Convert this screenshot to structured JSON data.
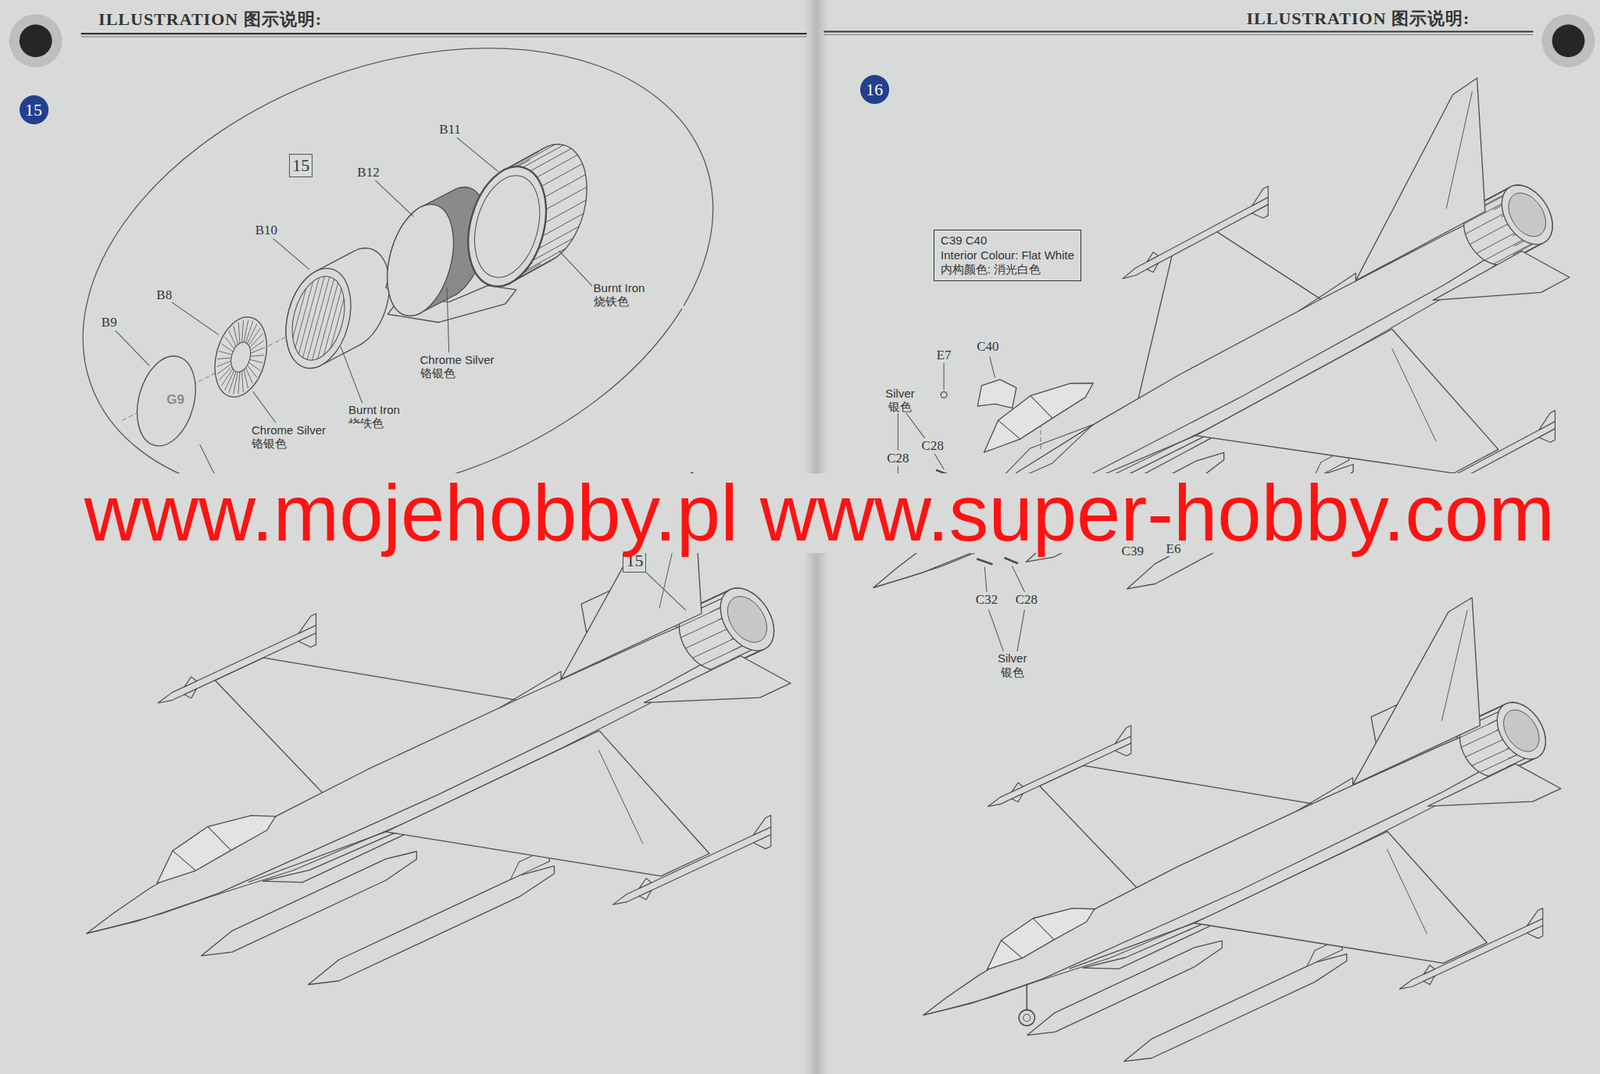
{
  "diagram": {
    "nodes": [
      {
        "text": [
          "15"
        ]
      },
      {
        "text": [
          "15"
        ]
      },
      {
        "text": [
          "15"
        ]
      },
      {
        "text": [
          "16"
        ]
      },
      {
        "text": [
          "C39 C40",
          "Interior Colour: Flat White",
          "内构颜色: 消光白色"
        ]
      }
    ],
    "labels": [
      "ILLUSTRATION 图示说明:",
      "ILLUSTRATION 图示说明:",
      "B11",
      "B12",
      "B10",
      "B8",
      "B9",
      "G9",
      "Burnt Iron 烧铁色",
      "Chrome Silver 铬银色",
      "Burnt Iron 烧铁色",
      "Chrome Silver 铬银色",
      "Burnt Iron 烧铁色",
      "www.mojehobby.pl www.super-hobby.com",
      "E7",
      "C40",
      "Silver 银色",
      "C28",
      "C28",
      "C39",
      "E6",
      "C32",
      "C28",
      "Silver 银色"
    ]
  }
}
